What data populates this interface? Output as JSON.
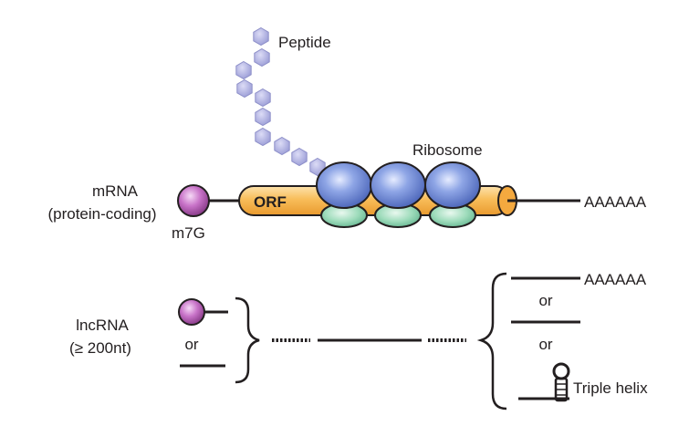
{
  "labels": {
    "peptide": "Peptide",
    "ribosome": "Ribosome",
    "mrna_line1": "mRNA",
    "mrna_line2": "(protein-coding)",
    "m7g": "m7G",
    "orf": "ORF",
    "polya_mrna": "AAAAAA",
    "lncrna_line1": "lncRNA",
    "lncrna_line2": "(≥ 200nt)",
    "or_left": "or",
    "polya_lnc": "AAAAAA",
    "or_right_1": "or",
    "or_right_2": "or",
    "triple_helix": "Triple helix"
  },
  "colors": {
    "peptide": "#a7a9dc",
    "peptide_stroke": "#8e90c9",
    "ribosome_large": "#5f7fd0",
    "ribosome_small": "#8fd3b3",
    "orf_fill": "#f7b955",
    "cap": "#c266c2",
    "line": "#231f20"
  },
  "peptide_residues": 12,
  "ribosome_count": 3
}
